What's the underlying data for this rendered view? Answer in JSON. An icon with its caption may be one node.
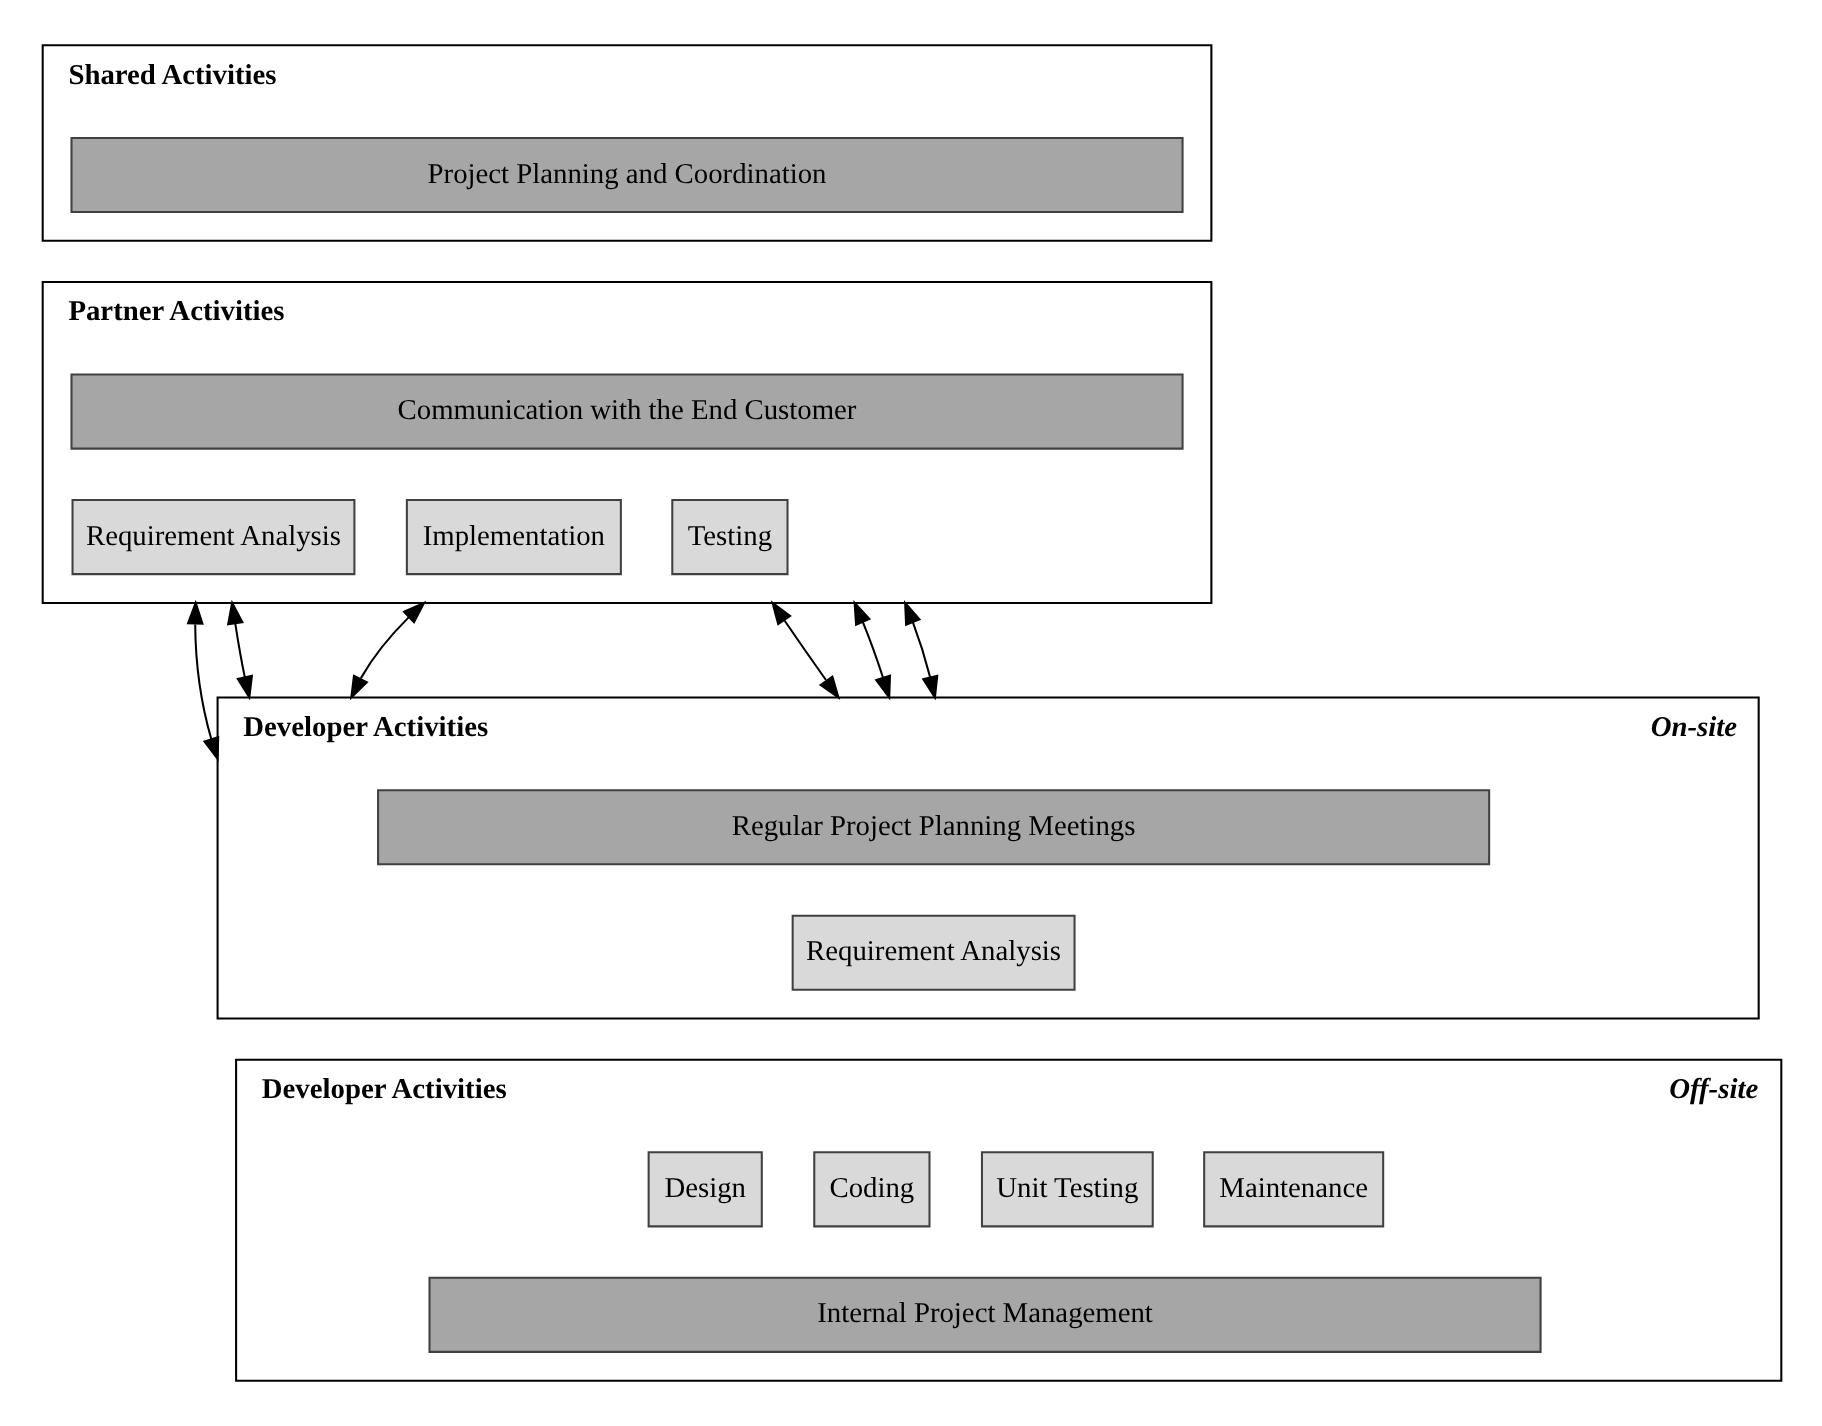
{
  "diagram": {
    "nodes": [
      {
        "text": [
          "Shared Activities"
        ]
      },
      {
        "text": [
          "Project Planning and Coordination"
        ],
        "in": 0
      },
      {
        "text": [
          "Partner Activities"
        ]
      },
      {
        "text": [
          "Communication with the End Customer"
        ],
        "in": 2
      },
      {
        "text": [
          "Requirement Analysis"
        ],
        "in": 2
      },
      {
        "text": [
          "Testing"
        ],
        "in": 2
      },
      {
        "text": [
          "Implementation"
        ],
        "in": 2
      },
      {
        "text": [
          "Developer Activities",
          "On-site"
        ]
      },
      {
        "text": [
          "Regular Project Planning Meetings"
        ],
        "in": 7
      },
      {
        "text": [
          "Requirement Analysis"
        ],
        "in": 7
      },
      {
        "text": [
          "Developer Activities",
          "Off-site"
        ]
      },
      {
        "text": [
          "Design"
        ],
        "in": 10
      },
      {
        "text": [
          "Coding"
        ],
        "in": 10
      },
      {
        "text": [
          "Unit Testing"
        ],
        "in": 10
      },
      {
        "text": [
          "Maintenance"
        ],
        "in": 10
      },
      {
        "text": [
          "Internal Project Management"
        ],
        "in": 10
      }
    ],
    "edges": [
      {
        "from": 2,
        "to": 7,
        "arrow": "both"
      },
      {
        "from": 2,
        "to": 7,
        "arrow": "both"
      },
      {
        "from": 2,
        "to": 7,
        "arrow": "both"
      },
      {
        "from": 2,
        "to": 7,
        "arrow": "both"
      },
      {
        "from": 2,
        "to": 7,
        "arrow": "both"
      },
      {
        "from": 2,
        "to": 7,
        "arrow": "both"
      }
    ]
  }
}
